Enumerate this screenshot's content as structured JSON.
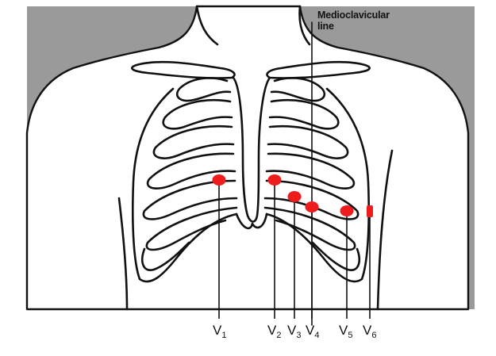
{
  "labels": {
    "midclavicular_line_line1": "Medioclavicular",
    "midclavicular_line_line2": "line"
  },
  "leads": [
    {
      "name": "V",
      "sub": "1"
    },
    {
      "name": "V",
      "sub": "2"
    },
    {
      "name": "V",
      "sub": "3"
    },
    {
      "name": "V",
      "sub": "4"
    },
    {
      "name": "V",
      "sub": "5"
    },
    {
      "name": "V",
      "sub": "6"
    }
  ],
  "colors": {
    "background_panel": "#9a9a9a",
    "electrode": "#ee1c1c",
    "ink": "#111111"
  }
}
